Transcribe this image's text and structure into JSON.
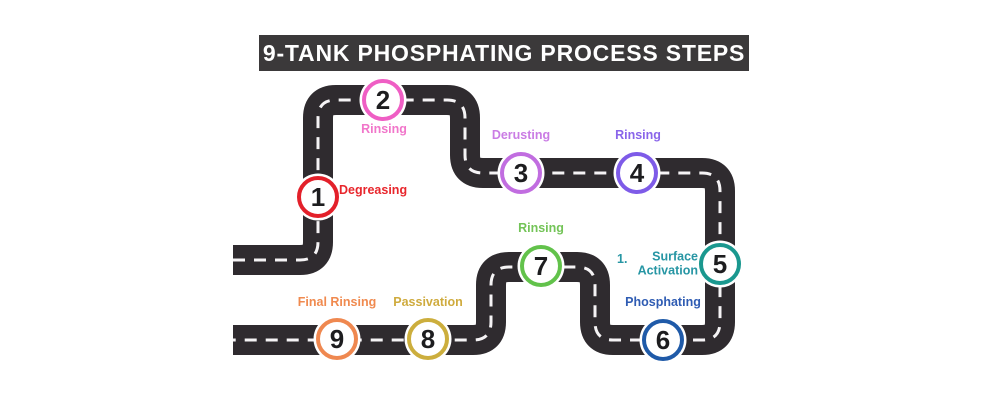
{
  "title": "9-TANK PHOSPHATING PROCESS STEPS",
  "title_bar": {
    "bg": "#3b393a",
    "text_color": "#ffffff"
  },
  "road": {
    "color": "#2f2b2f",
    "dash_color": "#f5f3f5"
  },
  "steps": [
    {
      "number": "1",
      "label": "Degreasing",
      "ring_color": "#e3202a",
      "label_color": "#e8262c"
    },
    {
      "number": "2",
      "label": "Rinsing",
      "ring_color": "#ef5ec4",
      "label_color": "#f176ca"
    },
    {
      "number": "3",
      "label": "Derusting",
      "ring_color": "#c16de0",
      "label_color": "#ca7ce4"
    },
    {
      "number": "4",
      "label": "Rinsing",
      "ring_color": "#7e5be8",
      "label_color": "#8a65ea"
    },
    {
      "number": "5",
      "label": "Surface Activation",
      "list_marker": "1.",
      "ring_color": "#1a988f",
      "label_color": "#2796a4"
    },
    {
      "number": "6",
      "label": "Phosphating",
      "ring_color": "#1f5aa8",
      "label_color": "#2f5cb3"
    },
    {
      "number": "7",
      "label": "Rinsing",
      "ring_color": "#62c24b",
      "label_color": "#74c458"
    },
    {
      "number": "8",
      "label": "Passivation",
      "ring_color": "#ccae3d",
      "label_color": "#cfab3e"
    },
    {
      "number": "9",
      "label": "Final Rinsing",
      "ring_color": "#ef8850",
      "label_color": "#f08a4f"
    }
  ]
}
